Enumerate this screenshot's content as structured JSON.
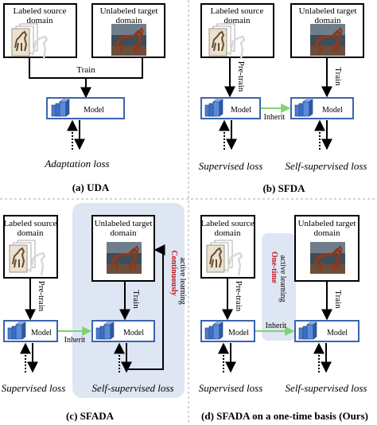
{
  "labels": {
    "source_l1": "Labeled source",
    "source_l2": "domain",
    "target_l1": "Unlabeled target",
    "target_l2": "domain",
    "model": "Model",
    "train": "Train",
    "pretrain": "Pre-train",
    "inherit": "Inherit"
  },
  "losses": {
    "adaptation": "Adaptation loss",
    "supervised": "Supervised loss",
    "self_supervised": "Self-supervised loss"
  },
  "captions": {
    "a": "(a) UDA",
    "b": "(b) SFDA",
    "c": "(c) SFADA",
    "d": "(d) SFADA on a one-time basis (Ours)"
  },
  "active_learning": {
    "continuous_red": "Continuously",
    "continuous_black": "active learning",
    "onetime_red": "One-time",
    "onetime_black": "active learning"
  },
  "colors": {
    "model_border": "#3a64b0",
    "inherit_arrow": "#7fd36f",
    "highlight_bg": "#dfe6f3",
    "divider": "#aaaaaa",
    "accent_red": "#c0141c"
  }
}
